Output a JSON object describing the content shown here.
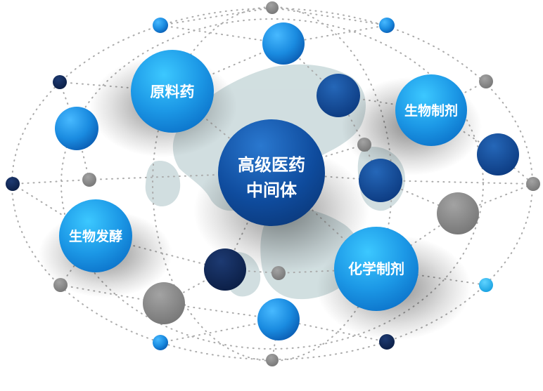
{
  "diagram": {
    "center": {
      "line1": "高级医药",
      "line2": "中间体"
    },
    "satellites": {
      "raw_materials": "原料药",
      "bio_preparations": "生物制剂",
      "bio_fermentation": "生物发酵",
      "chemical_preparations": "化学制剂"
    }
  },
  "colors": {
    "blue_bright": "#1a8be0",
    "blue_mid": "#1266b8",
    "blue_dark": "#0f3f86",
    "navy": "#0e2451",
    "gray": "#888888",
    "cyan": "#21b4ee",
    "dots": "#aaaaaa",
    "map": "#c9d9db"
  }
}
